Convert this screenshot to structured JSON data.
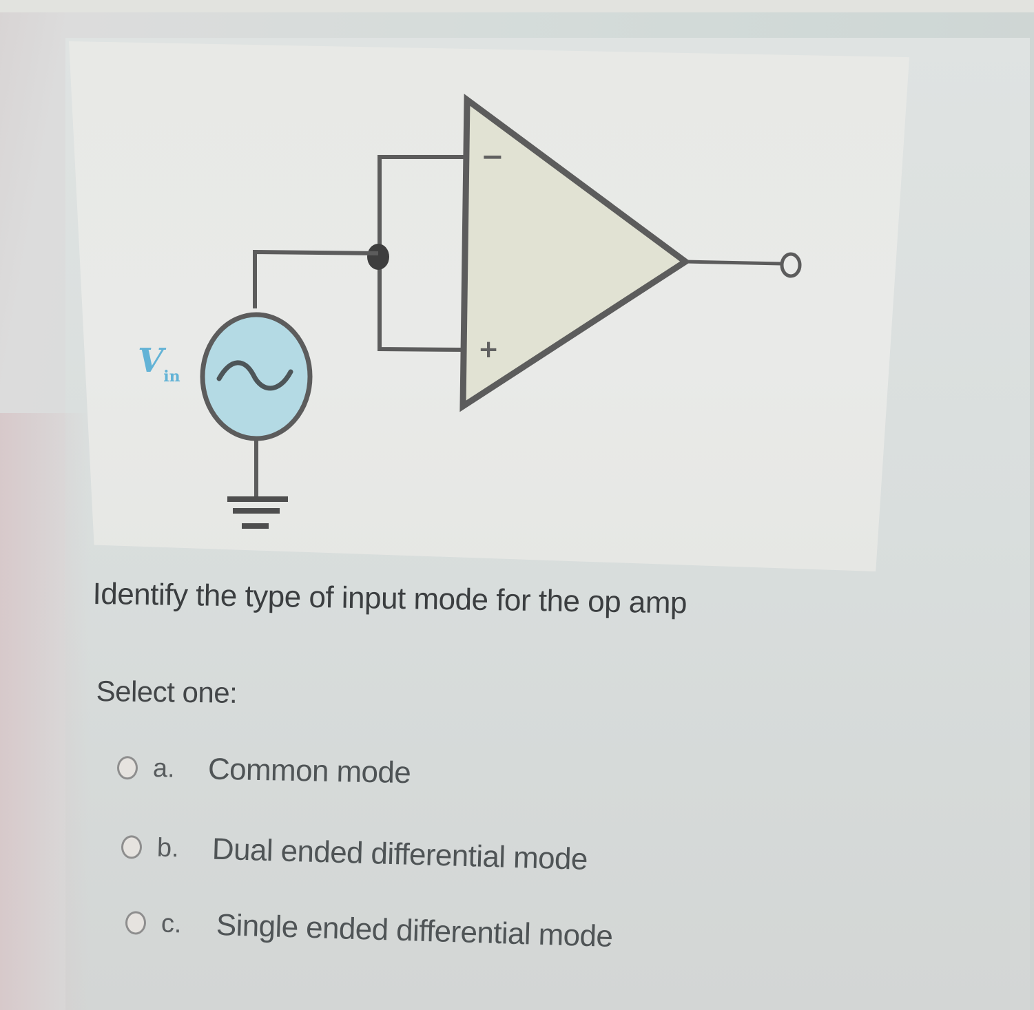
{
  "question": {
    "figure": {
      "source_label": "V",
      "source_label_sub": "in",
      "minus_pin": "−",
      "plus_pin": "+",
      "colors": {
        "opamp_fill": "#e1e2d3",
        "source_fill": "#b4dae4",
        "wire": "#5c5c5c",
        "label": "#63b3d6"
      }
    },
    "text": "Identify the type of input mode for the op amp",
    "prompt": "Select one:",
    "options": [
      {
        "letter": "a.",
        "label": "Common mode",
        "selected": false
      },
      {
        "letter": "b.",
        "label": "Dual ended differential mode",
        "selected": false
      },
      {
        "letter": "c.",
        "label": "Single ended differential mode",
        "selected": false
      }
    ]
  }
}
